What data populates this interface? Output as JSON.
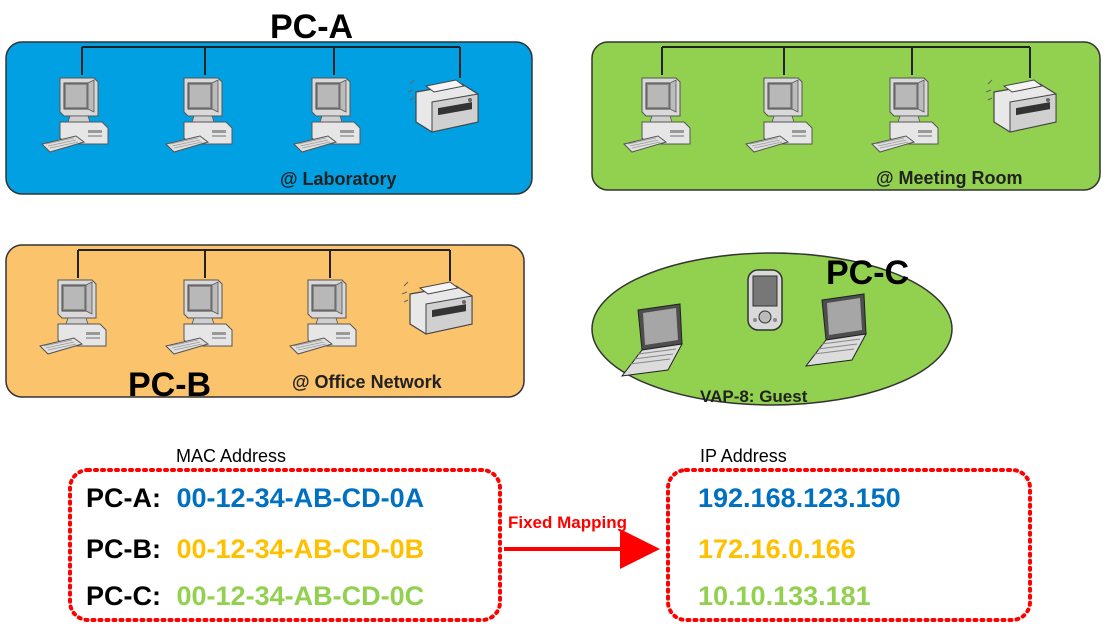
{
  "colors": {
    "lab_bg": "#00a0e3",
    "meeting_bg": "#92d050",
    "office_bg": "#fbc36b",
    "guest_bg": "#92d050",
    "pc_a": "#0070c0",
    "pc_b": "#ffc000",
    "pc_c": "#92d050",
    "mapping_red": "#ff0000"
  },
  "labels": {
    "pc_a_title": "PC-A",
    "pc_b_title": "PC-B",
    "pc_c_title": "PC-C",
    "laboratory": "@ Laboratory",
    "meeting_room": "@ Meeting Room",
    "office_network": "@ Office Network",
    "guest": "VAP-8: Guest",
    "mac_header": "MAC Address",
    "ip_header": "IP Address",
    "fixed_mapping": "Fixed Mapping"
  },
  "mac_rows": [
    {
      "name": "PC-A:",
      "mac": "00-12-34-AB-CD-0A"
    },
    {
      "name": "PC-B:",
      "mac": "00-12-34-AB-CD-0B"
    },
    {
      "name": "PC-C:",
      "mac": "00-12-34-AB-CD-0C"
    }
  ],
  "ip_rows": [
    {
      "ip": "192.168.123.150"
    },
    {
      "ip": "172.16.0.166"
    },
    {
      "ip": "10.10.133.181"
    }
  ],
  "icons": [
    "desktop-computer-icon",
    "printer-icon",
    "laptop-icon",
    "pda-icon"
  ]
}
